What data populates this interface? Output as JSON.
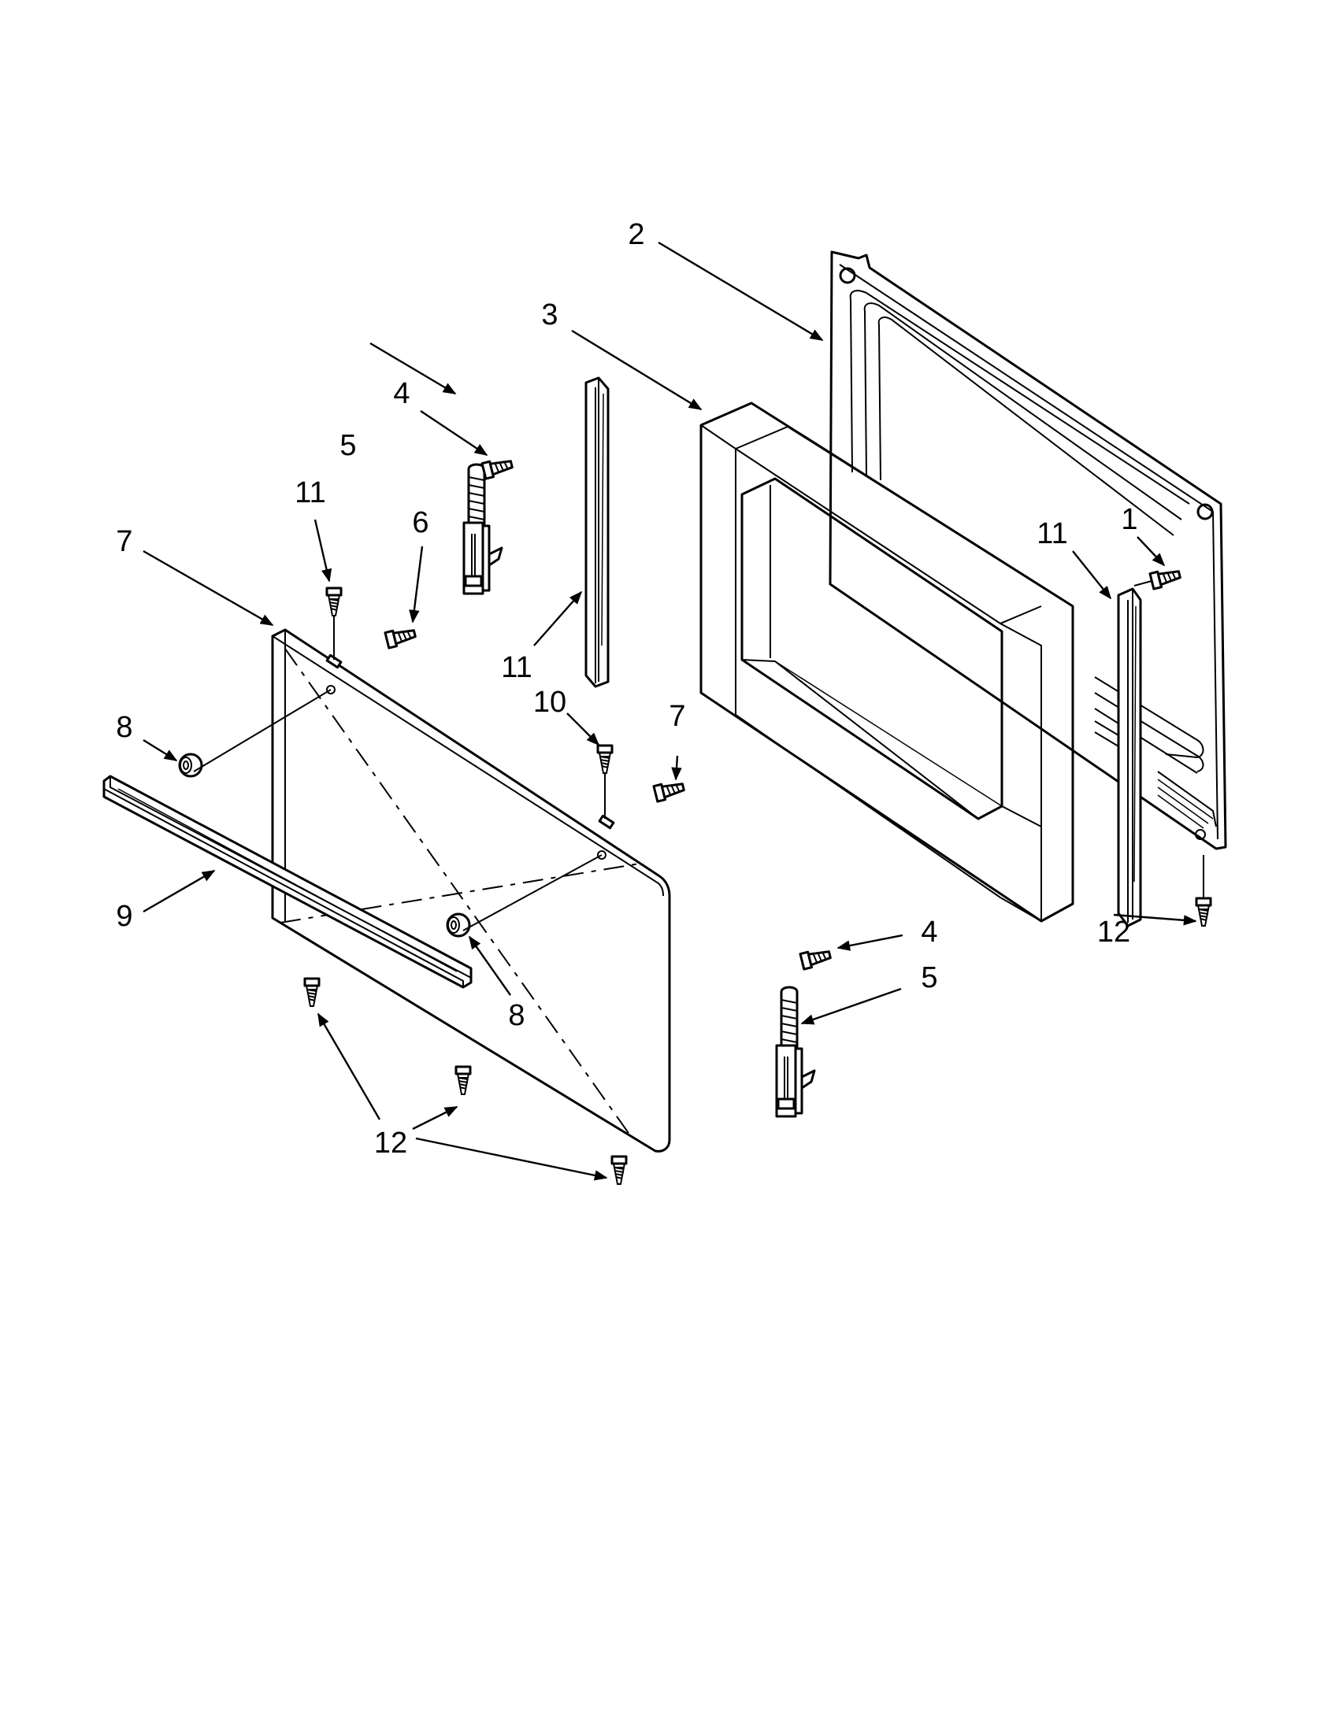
{
  "callouts": [
    {
      "id": "c2",
      "text": "2"
    },
    {
      "id": "c3",
      "text": "3"
    },
    {
      "id": "c4a",
      "text": "4"
    },
    {
      "id": "c5a",
      "text": "5"
    },
    {
      "id": "c11a",
      "text": "11"
    },
    {
      "id": "c6",
      "text": "6"
    },
    {
      "id": "c7a",
      "text": "7"
    },
    {
      "id": "c11b",
      "text": "11"
    },
    {
      "id": "c11c",
      "text": "11"
    },
    {
      "id": "c1",
      "text": "1"
    },
    {
      "id": "c8a",
      "text": "8"
    },
    {
      "id": "c10",
      "text": "10"
    },
    {
      "id": "c7b",
      "text": "7"
    },
    {
      "id": "c9",
      "text": "9"
    },
    {
      "id": "c8b",
      "text": "8"
    },
    {
      "id": "c12a",
      "text": "12"
    },
    {
      "id": "c4b",
      "text": "4"
    },
    {
      "id": "c5b",
      "text": "5"
    },
    {
      "id": "c12b",
      "text": "12"
    }
  ],
  "colors": {
    "line": "#000000",
    "background": "#ffffff"
  }
}
